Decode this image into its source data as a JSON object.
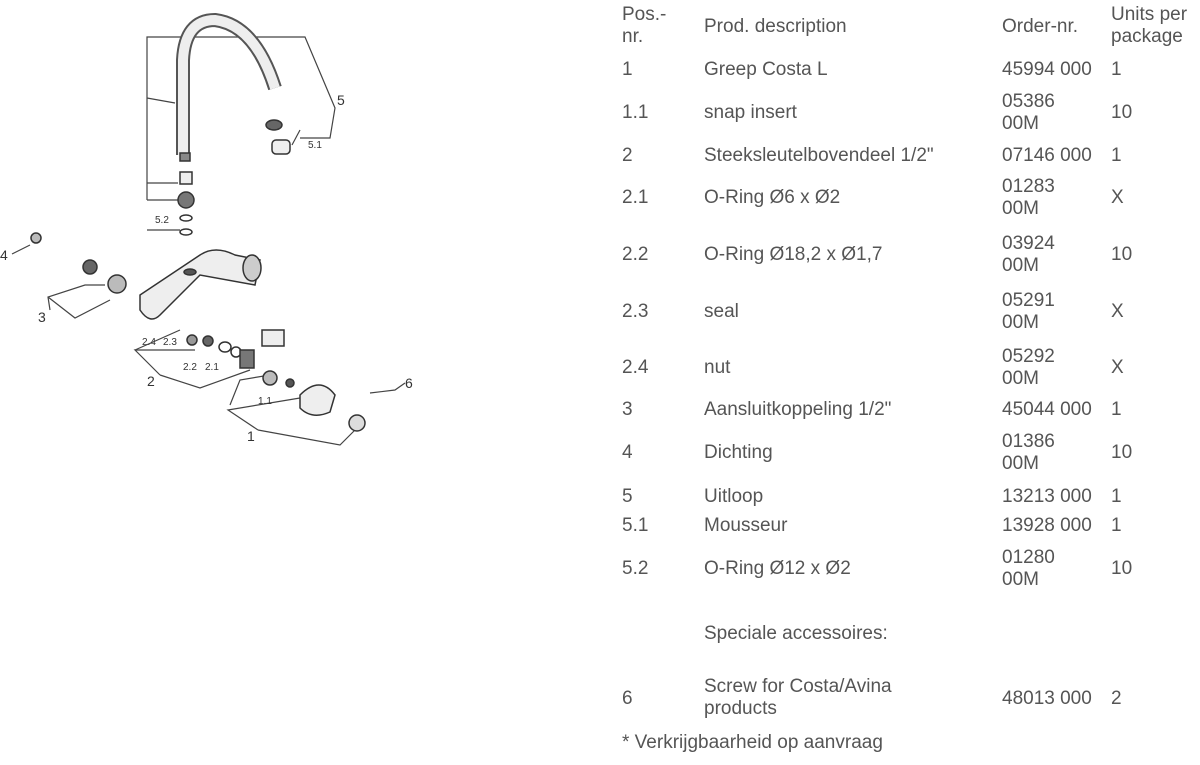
{
  "diagram": {
    "labels": [
      "5",
      "5.1",
      "5.2",
      "4",
      "3",
      "2",
      "2.4",
      "2.3",
      "2.2",
      "2.1",
      "1",
      "1.1",
      "6"
    ]
  },
  "table": {
    "headers": {
      "pos_line1": "Pos.-",
      "pos_line2": "nr.",
      "description": "Prod. description",
      "order": "Order-nr.",
      "units_line1": "Units per",
      "units_line2": "package"
    },
    "rows": [
      {
        "pos": "1",
        "description": "Greep Costa L",
        "order": "45994 000",
        "units": "1"
      },
      {
        "pos": "1.1",
        "description": "snap insert",
        "order_line1": "05386",
        "order_line2": "00M",
        "units": "10"
      },
      {
        "pos": "2",
        "description": "Steeksleutelbovendeel 1/2\"",
        "order": "07146 000",
        "units": "1"
      },
      {
        "pos": "2.1",
        "description": "O-Ring Ø6 x Ø2",
        "order_line1": "01283",
        "order_line2": "00M",
        "units": "X"
      },
      {
        "pos": "2.2",
        "description": "O-Ring Ø18,2 x Ø1,7",
        "order_line1": "03924",
        "order_line2": "00M",
        "units": "10"
      },
      {
        "pos": "2.3",
        "description": "seal",
        "order_line1": "05291",
        "order_line2": "00M",
        "units": "X"
      },
      {
        "pos": "2.4",
        "description": "nut",
        "order_line1": "05292",
        "order_line2": "00M",
        "units": "X"
      },
      {
        "pos": "3",
        "description": "Aansluitkoppeling 1/2\"",
        "order": "45044 000",
        "units": "1"
      },
      {
        "pos": "4",
        "description": "Dichting",
        "order_line1": "01386",
        "order_line2": "00M",
        "units": "10"
      },
      {
        "pos": "5",
        "description": "Uitloop",
        "order": "13213 000",
        "units": "1"
      },
      {
        "pos": "5.1",
        "description": "Mousseur",
        "order": "13928 000",
        "units": "1"
      },
      {
        "pos": "5.2",
        "description": "O-Ring Ø12 x Ø2",
        "order_line1": "01280",
        "order_line2": "00M",
        "units": "10"
      }
    ],
    "section": "Speciale accessoires:",
    "accessory": {
      "pos": "6",
      "description_line1": "Screw for Costa/Avina",
      "description_line2": "products",
      "order": "48013 000",
      "units": "2"
    },
    "footnote": "* Verkrijgbaarheid op aanvraag"
  }
}
